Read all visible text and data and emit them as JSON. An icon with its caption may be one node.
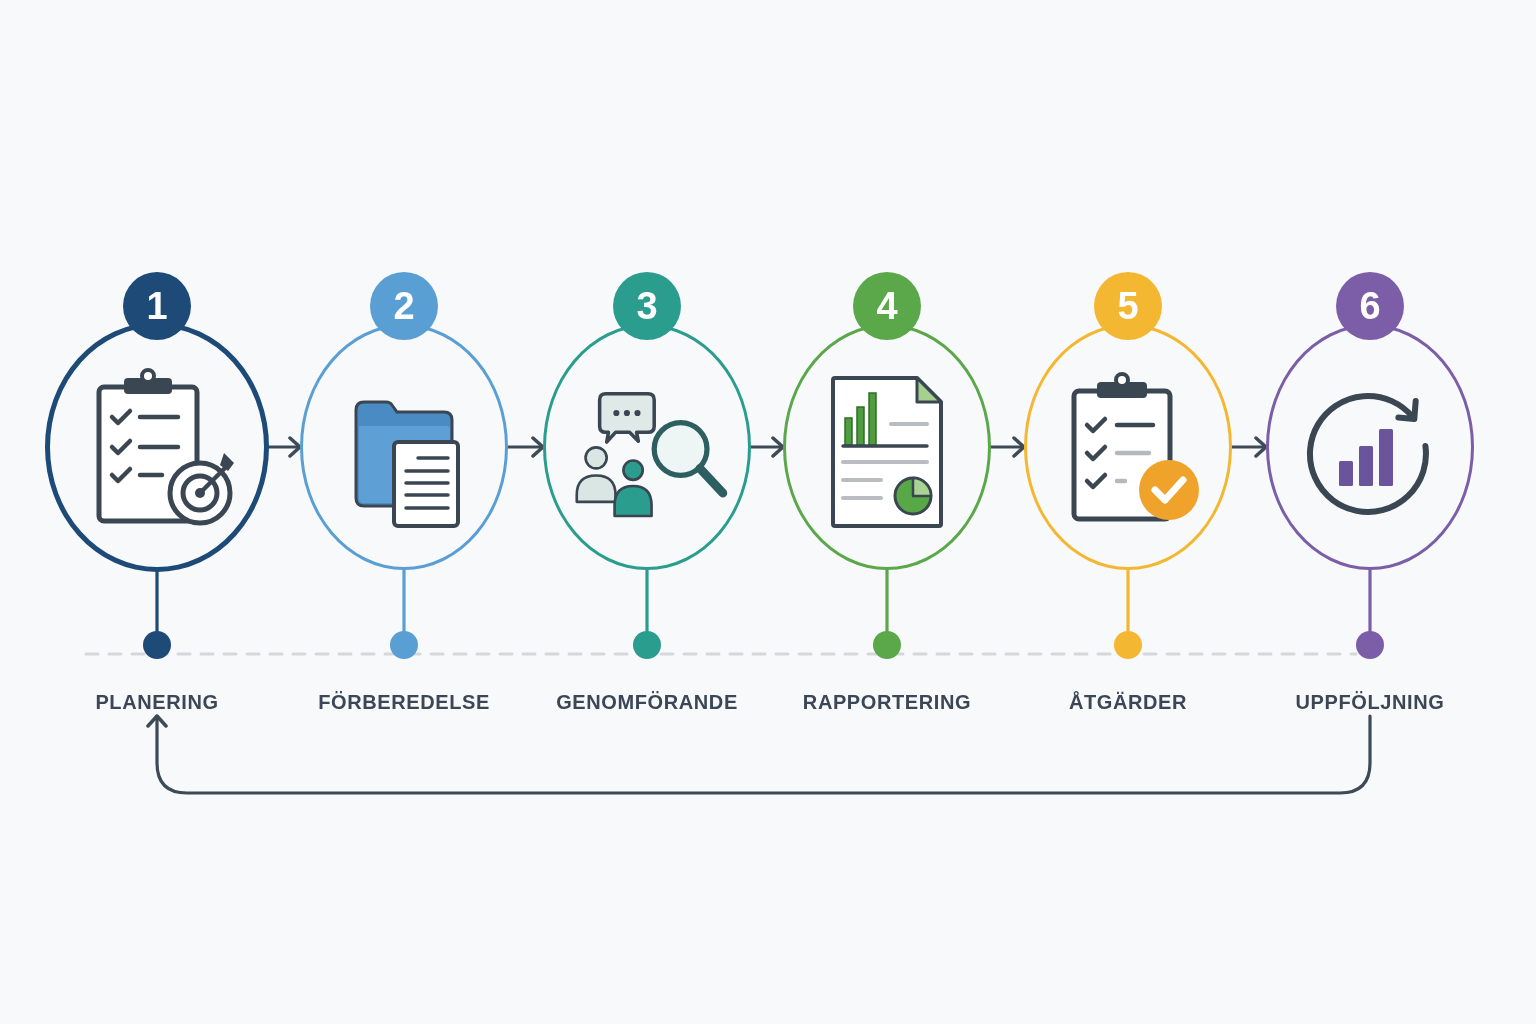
{
  "diagram": {
    "nodes": [
      {
        "text": [
          "1"
        ]
      },
      {
        "text": [],
        "shape": "circle"
      },
      {
        "text": [],
        "shape": "circle"
      },
      {
        "text": [
          "PLANERING"
        ]
      },
      {
        "text": [
          "2"
        ]
      },
      {
        "text": [],
        "shape": "circle"
      },
      {
        "text": [],
        "shape": "circle"
      },
      {
        "text": [
          "FÖRBEREDELSE"
        ]
      },
      {
        "text": [
          "3"
        ]
      },
      {
        "text": [],
        "shape": "circle"
      },
      {
        "text": [],
        "shape": "circle"
      },
      {
        "text": [
          "GENOMFÖRANDE"
        ]
      },
      {
        "text": [
          "4"
        ]
      },
      {
        "text": [],
        "shape": "circle"
      },
      {
        "text": [],
        "shape": "circle"
      },
      {
        "text": [
          "RAPPORTERING"
        ]
      },
      {
        "text": [
          "5"
        ]
      },
      {
        "text": [],
        "shape": "circle"
      },
      {
        "text": [],
        "shape": "circle"
      },
      {
        "text": [
          "ÅTGÄRDER"
        ]
      },
      {
        "text": [
          "6"
        ]
      },
      {
        "text": [],
        "shape": "circle"
      },
      {
        "text": [],
        "shape": "circle"
      },
      {
        "text": [
          "UPPFÖLJNING"
        ]
      }
    ],
    "edges": [
      {
        "from": 1,
        "to": 5,
        "arrow": "to"
      },
      {
        "from": 5,
        "to": 9,
        "arrow": "to"
      },
      {
        "from": 9,
        "to": 13,
        "arrow": "to"
      },
      {
        "from": 13,
        "to": 17,
        "arrow": "to"
      },
      {
        "from": 17,
        "to": 21,
        "arrow": "to"
      },
      {
        "from": 1,
        "to": 2,
        "arrow": "none",
        "color": "#1d4a77"
      },
      {
        "from": 5,
        "to": 6,
        "arrow": "none",
        "color": "#5a9fd4"
      },
      {
        "from": 9,
        "to": 10,
        "arrow": "none",
        "color": "#2a9d8f"
      },
      {
        "from": 13,
        "to": 14,
        "arrow": "none",
        "color": "#5ba84a"
      },
      {
        "from": 17,
        "to": 18,
        "arrow": "none",
        "color": "#f4b731"
      },
      {
        "from": 21,
        "to": 22,
        "arrow": "none",
        "color": "#7b5ea7"
      },
      {
        "from": 23,
        "to": 3,
        "arrow": "to"
      }
    ]
  }
}
